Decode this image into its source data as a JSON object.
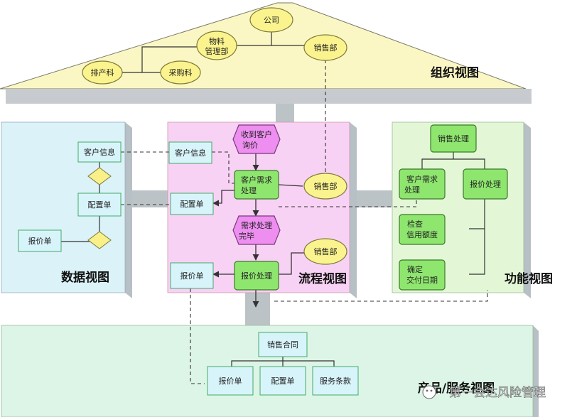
{
  "org": {
    "title": "组织视图",
    "company": "公司",
    "materials": [
      "物料",
      "管理部"
    ],
    "sales": "销售部",
    "production": "排产科",
    "purchasing": "采购科"
  },
  "data_view": {
    "title": "数据视图",
    "customer_info": "客户信息",
    "config_sheet": "配置单",
    "quote": "报价单"
  },
  "process_view": {
    "title": "流程视图",
    "receive_inquiry": [
      "收到客户",
      "询价"
    ],
    "customer_info": "客户信息",
    "demand_processing": [
      "客户需求",
      "处理"
    ],
    "sales1": "销售部",
    "config_sheet": "配置单",
    "demand_done": [
      "需求处理",
      "完毕"
    ],
    "sales2": "销售部",
    "quote": "报价单",
    "quote_processing": "报价处理"
  },
  "function_view": {
    "title": "功能视图",
    "sales_processing": "销售处理",
    "demand_processing": [
      "客户需求",
      "处理"
    ],
    "quote_processing": "报价处理",
    "credit_check": [
      "检查",
      "信用额度"
    ],
    "delivery_date": [
      "确定",
      "交付日期"
    ]
  },
  "product_view": {
    "title": "产品/服务视图",
    "contract": "销售合同",
    "quote": "报价单",
    "config_sheet": "配置单",
    "terms": "服务条款"
  },
  "watermark": "第一会达风险管理"
}
